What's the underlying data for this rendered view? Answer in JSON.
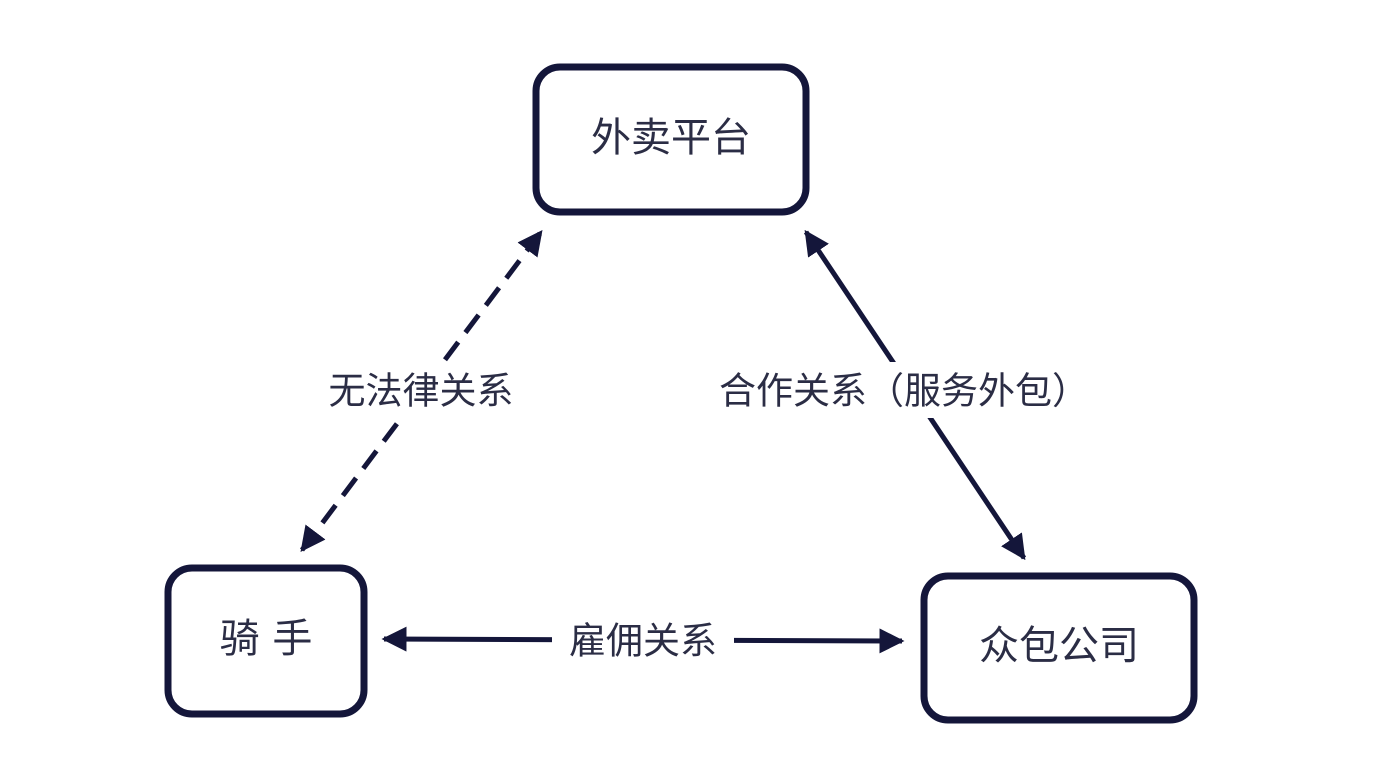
{
  "nodes": {
    "platform": {
      "label": "外卖平台"
    },
    "rider": {
      "label": "骑 手"
    },
    "crowdsource": {
      "label": "众包公司"
    }
  },
  "edges": {
    "rider_platform": {
      "label": "无法律关系",
      "style": "dashed",
      "direction": "both"
    },
    "platform_crowdsource": {
      "label": "合作关系（服务外包）",
      "style": "solid",
      "direction": "both"
    },
    "rider_crowdsource": {
      "label": "雇佣关系",
      "style": "solid",
      "direction": "both"
    }
  },
  "colors": {
    "stroke": "#14163a",
    "text": "#2b2d45",
    "background": "#ffffff"
  }
}
